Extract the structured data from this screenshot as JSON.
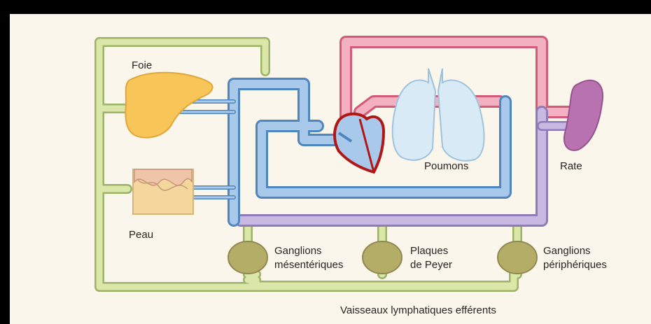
{
  "labels": {
    "liver": "Foie",
    "skin": "Peau",
    "lungs": "Poumons",
    "spleen": "Rate",
    "mesenteric_nodes": [
      "Ganglions",
      "mésentériques"
    ],
    "peyer_patches": [
      "Plaques",
      "de Peyer"
    ],
    "peripheral_nodes": [
      "Ganglions",
      "périphériques"
    ],
    "efferent_vessels": "Vaisseaux lymphatiques efférents"
  },
  "colors": {
    "lymph_green": "#dbe7a8",
    "lymph_outline": "#9db36a",
    "venous_blue": "#a9c9ea",
    "venous_outline": "#4f86c0",
    "arterial_pink": "#f3b0c0",
    "arterial_outline": "#d35a78",
    "purple_vessel": "#c8b9e2",
    "liver_orange": "#f7c558",
    "skin_tan": "#f4d79c",
    "lungs_blue": "#d7eaf5",
    "spleen_purple": "#b872b0",
    "node_olive": "#b4ad68",
    "heart_red": "#b01818"
  }
}
